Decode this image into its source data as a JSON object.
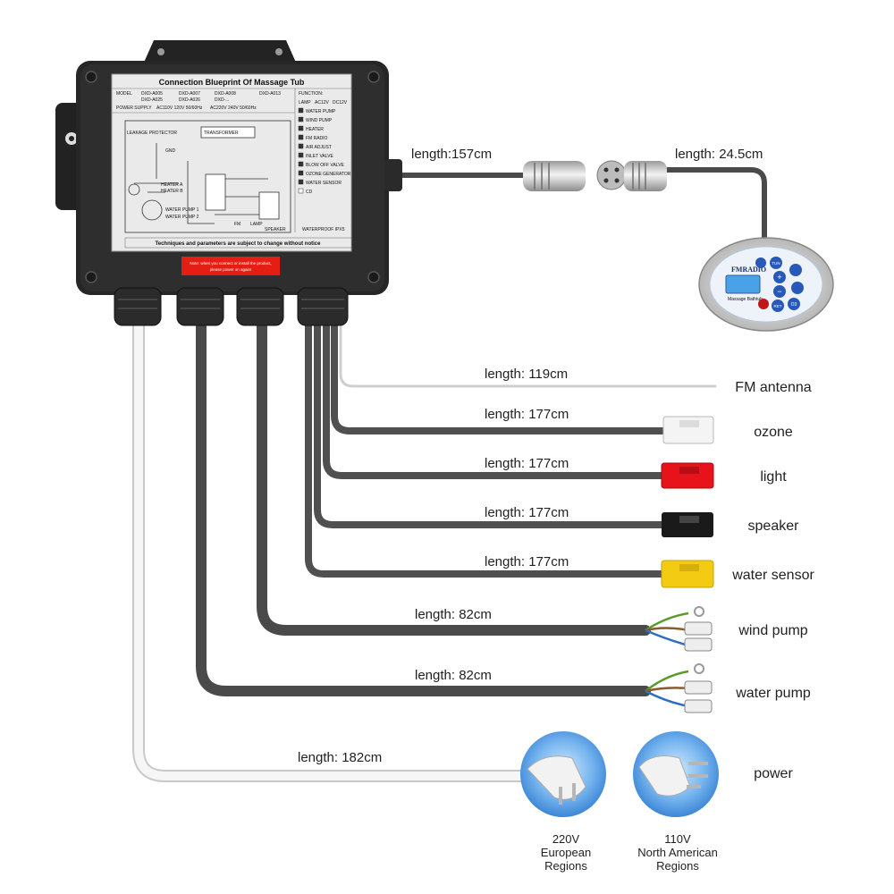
{
  "box": {
    "label_title": "Connection Blueprint Of Massage Tub",
    "model_label": "MODEL",
    "models": [
      "DXD-A005",
      "DXD-A007",
      "DXD-A008",
      "DXD-A013",
      "DXD-A025",
      "DXD-A026",
      "DXD-..."
    ],
    "power_supply_label": "POWER SUPPLY",
    "power_options": [
      "AC110V 120V 50/60Hz",
      "AC220V 240V 50/60Hz"
    ],
    "function_label": "FUNCTION:",
    "lamp_label": "LAMP",
    "lamp_options": [
      "AC12V",
      "DC12V"
    ],
    "functions": [
      "WATER PUMP",
      "WIND PUMP",
      "HEATER",
      "FM RADIO",
      "AIR ADJUST",
      "INLET VALVE",
      "BLOW OFF VALVE",
      "OZONE GENERATOR",
      "WATER SENSOR",
      "CD"
    ],
    "schematic_labels": {
      "leakage": "LEAKAGE PROTECTOR",
      "gnd": "GND",
      "transformer": "TRANSFORMER",
      "heater_a": "HEATER A",
      "heater_b": "HEATER B",
      "water_pump_1": "WATER PUMP 1",
      "water_pump_2": "WATER PUMP 2",
      "fm": "FM",
      "lamp": "LAMP",
      "speaker": "SPEAKER"
    },
    "waterproof": "WATERPROOF  IPX5",
    "footer": "Techniques and parameters are subject to change without notice",
    "warning_lines": [
      "Note: when you connect or install the product,",
      "please power on again!"
    ]
  },
  "control_panel": {
    "brand": "FMRADIO",
    "sub": "Massage Bathtub",
    "buttons": [
      "TUN",
      "+",
      "−",
      "RET",
      "O3"
    ]
  },
  "connections": [
    {
      "id": "display",
      "length": "length:157cm",
      "length2": "length: 24.5cm"
    },
    {
      "id": "fm_antenna",
      "length": "length: 119cm",
      "device": "FM antenna"
    },
    {
      "id": "ozone",
      "length": "length: 177cm",
      "device": "ozone"
    },
    {
      "id": "light",
      "length": "length: 177cm",
      "device": "light"
    },
    {
      "id": "speaker",
      "length": "length: 177cm",
      "device": "speaker"
    },
    {
      "id": "water_sensor",
      "length": "length: 177cm",
      "device": "water sensor"
    },
    {
      "id": "wind_pump",
      "length": "length: 82cm",
      "device": "wind pump"
    },
    {
      "id": "water_pump",
      "length": "length: 82cm",
      "device": "water pump"
    },
    {
      "id": "power",
      "length": "length: 182cm",
      "device": "power"
    }
  ],
  "plugs": [
    {
      "id": "eu",
      "lines": [
        "220V",
        "European",
        "Regions"
      ]
    },
    {
      "id": "na",
      "lines": [
        "110V",
        "North American",
        "Regions"
      ]
    }
  ],
  "colors": {
    "box": "#2b2b2b",
    "cable_gray": "#4a4a4a",
    "cable_white": "#e6e6e6",
    "ozone_connector": "#f4f4f4",
    "light_connector": "#e8121a",
    "speaker_connector": "#1a1a1a",
    "water_sensor_connector": "#f3cb12",
    "warning_label": "#e41e12",
    "plug_bg": "#5ea4e6"
  }
}
